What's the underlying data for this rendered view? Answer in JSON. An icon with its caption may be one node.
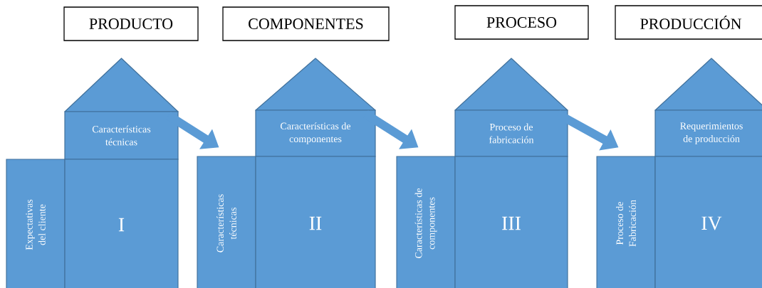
{
  "diagram": {
    "nodes": [
      {
        "text": [
          "PRODUCTO"
        ]
      },
      {
        "text": [],
        "shape": "triangle"
      },
      {
        "text": [
          "Características técnicas"
        ]
      },
      {
        "text": [
          "Expectativas del cliente"
        ]
      },
      {
        "text": [
          "I"
        ]
      },
      {
        "text": [
          "COMPONENTES"
        ]
      },
      {
        "text": [],
        "shape": "triangle"
      },
      {
        "text": [
          "Características de componentes"
        ]
      },
      {
        "text": [
          "Características técnicas"
        ]
      },
      {
        "text": [
          "II"
        ]
      },
      {
        "text": [
          "PROCESO"
        ]
      },
      {
        "text": [],
        "shape": "triangle"
      },
      {
        "text": [
          "Proceso de fabricación"
        ]
      },
      {
        "text": [
          "Características de componentes"
        ]
      },
      {
        "text": [
          "III"
        ]
      },
      {
        "text": [
          "PRODUCCIÓN"
        ]
      },
      {
        "text": [],
        "shape": "triangle"
      },
      {
        "text": [
          "Requerimientos de producción"
        ]
      },
      {
        "text": [
          "Proceso de Fabricación"
        ]
      },
      {
        "text": [
          "IV"
        ]
      }
    ],
    "edges": [
      {
        "from": 2,
        "to": 8,
        "arrow": "to"
      },
      {
        "from": 7,
        "to": 13,
        "arrow": "to"
      },
      {
        "from": 12,
        "to": 18,
        "arrow": "to"
      }
    ]
  }
}
